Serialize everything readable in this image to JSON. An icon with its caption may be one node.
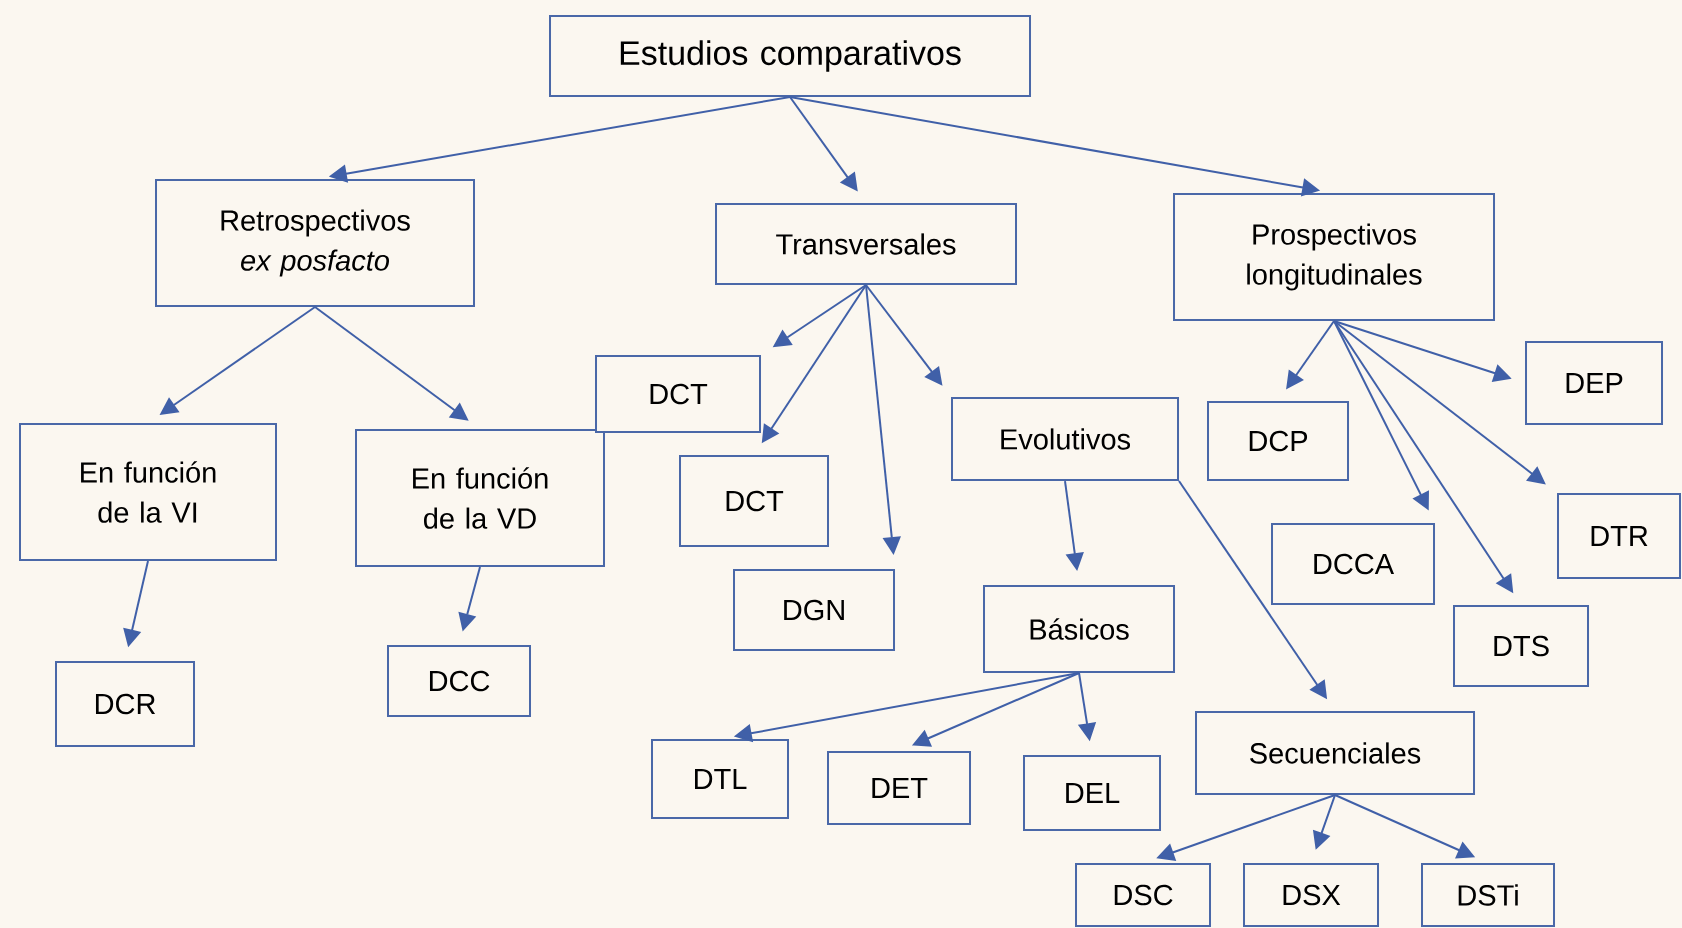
{
  "diagram": {
    "nodes": [
      {
        "text": [
          "Estudios comparativos"
        ]
      },
      {
        "text": [
          "Retrospectivos *ex posfacto*"
        ]
      },
      {
        "text": [
          "Transversales"
        ]
      },
      {
        "text": [
          "Prospectivos longitudinales"
        ]
      },
      {
        "text": [
          "En función de la VI"
        ]
      },
      {
        "text": [
          "En función de la VD"
        ]
      },
      {
        "text": [
          "DCT"
        ]
      },
      {
        "text": [
          "DCT"
        ]
      },
      {
        "text": [
          "DGN"
        ]
      },
      {
        "text": [
          "Evolutivos"
        ]
      },
      {
        "text": [
          "Básicos"
        ]
      },
      {
        "text": [
          "Secuenciales"
        ]
      },
      {
        "text": [
          "DCP"
        ]
      },
      {
        "text": [
          "DEP"
        ]
      },
      {
        "text": [
          "DCCA"
        ]
      },
      {
        "text": [
          "DTR"
        ]
      },
      {
        "text": [
          "DTS"
        ]
      },
      {
        "text": [
          "DCR"
        ]
      },
      {
        "text": [
          "DCC"
        ]
      },
      {
        "text": [
          "DTL"
        ]
      },
      {
        "text": [
          "DET"
        ]
      },
      {
        "text": [
          "DEL"
        ]
      },
      {
        "text": [
          "DSC"
        ]
      },
      {
        "text": [
          "DSX"
        ]
      },
      {
        "text": [
          "DSTi"
        ]
      }
    ],
    "edges": [
      {
        "from": 0,
        "to": 1,
        "arrow": "to"
      },
      {
        "from": 0,
        "to": 2,
        "arrow": "to"
      },
      {
        "from": 0,
        "to": 3,
        "arrow": "to"
      },
      {
        "from": 1,
        "to": 4,
        "arrow": "to"
      },
      {
        "from": 1,
        "to": 5,
        "arrow": "to"
      },
      {
        "from": 4,
        "to": 17,
        "arrow": "to"
      },
      {
        "from": 5,
        "to": 18,
        "arrow": "to"
      },
      {
        "from": 2,
        "to": 6,
        "arrow": "to"
      },
      {
        "from": 2,
        "to": 7,
        "arrow": "to"
      },
      {
        "from": 2,
        "to": 8,
        "arrow": "to"
      },
      {
        "from": 2,
        "to": 9,
        "arrow": "to"
      },
      {
        "from": 9,
        "to": 10,
        "arrow": "to"
      },
      {
        "from": 9,
        "to": 11,
        "arrow": "to"
      },
      {
        "from": 10,
        "to": 19,
        "arrow": "to"
      },
      {
        "from": 10,
        "to": 20,
        "arrow": "to"
      },
      {
        "from": 10,
        "to": 21,
        "arrow": "to"
      },
      {
        "from": 11,
        "to": 22,
        "arrow": "to"
      },
      {
        "from": 11,
        "to": 23,
        "arrow": "to"
      },
      {
        "from": 11,
        "to": 24,
        "arrow": "to"
      },
      {
        "from": 3,
        "to": 12,
        "arrow": "to"
      },
      {
        "from": 3,
        "to": 13,
        "arrow": "to"
      },
      {
        "from": 3,
        "to": 14,
        "arrow": "to"
      },
      {
        "from": 3,
        "to": 15,
        "arrow": "to"
      },
      {
        "from": 3,
        "to": 16,
        "arrow": "to"
      }
    ]
  }
}
